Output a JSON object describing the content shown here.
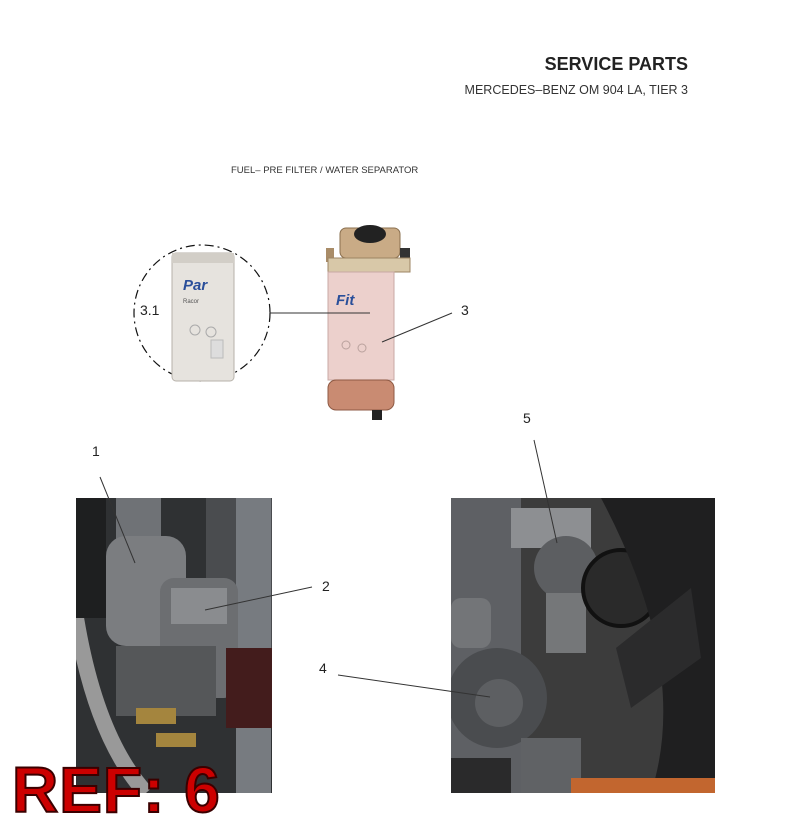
{
  "header": {
    "title": "SERVICE PARTS",
    "subtitle": "MERCEDES–BENZ OM 904 LA, TIER 3"
  },
  "section_title": "FUEL– PRE FILTER / WATER SEPARATOR",
  "callouts": {
    "c1": "1",
    "c2": "2",
    "c3": "3",
    "c31": "3.1",
    "c4": "4",
    "c5": "5"
  },
  "filter_labels": {
    "brand_left": "Par",
    "brand_right": "Fit",
    "sub": "Racor"
  },
  "ref_mark": "REF: 6",
  "colors": {
    "ref_red": "#cc0000",
    "filter_pink": "#e8c8c4",
    "filter_bowl": "#c98b72",
    "parker_blue": "#2a4f9a"
  }
}
